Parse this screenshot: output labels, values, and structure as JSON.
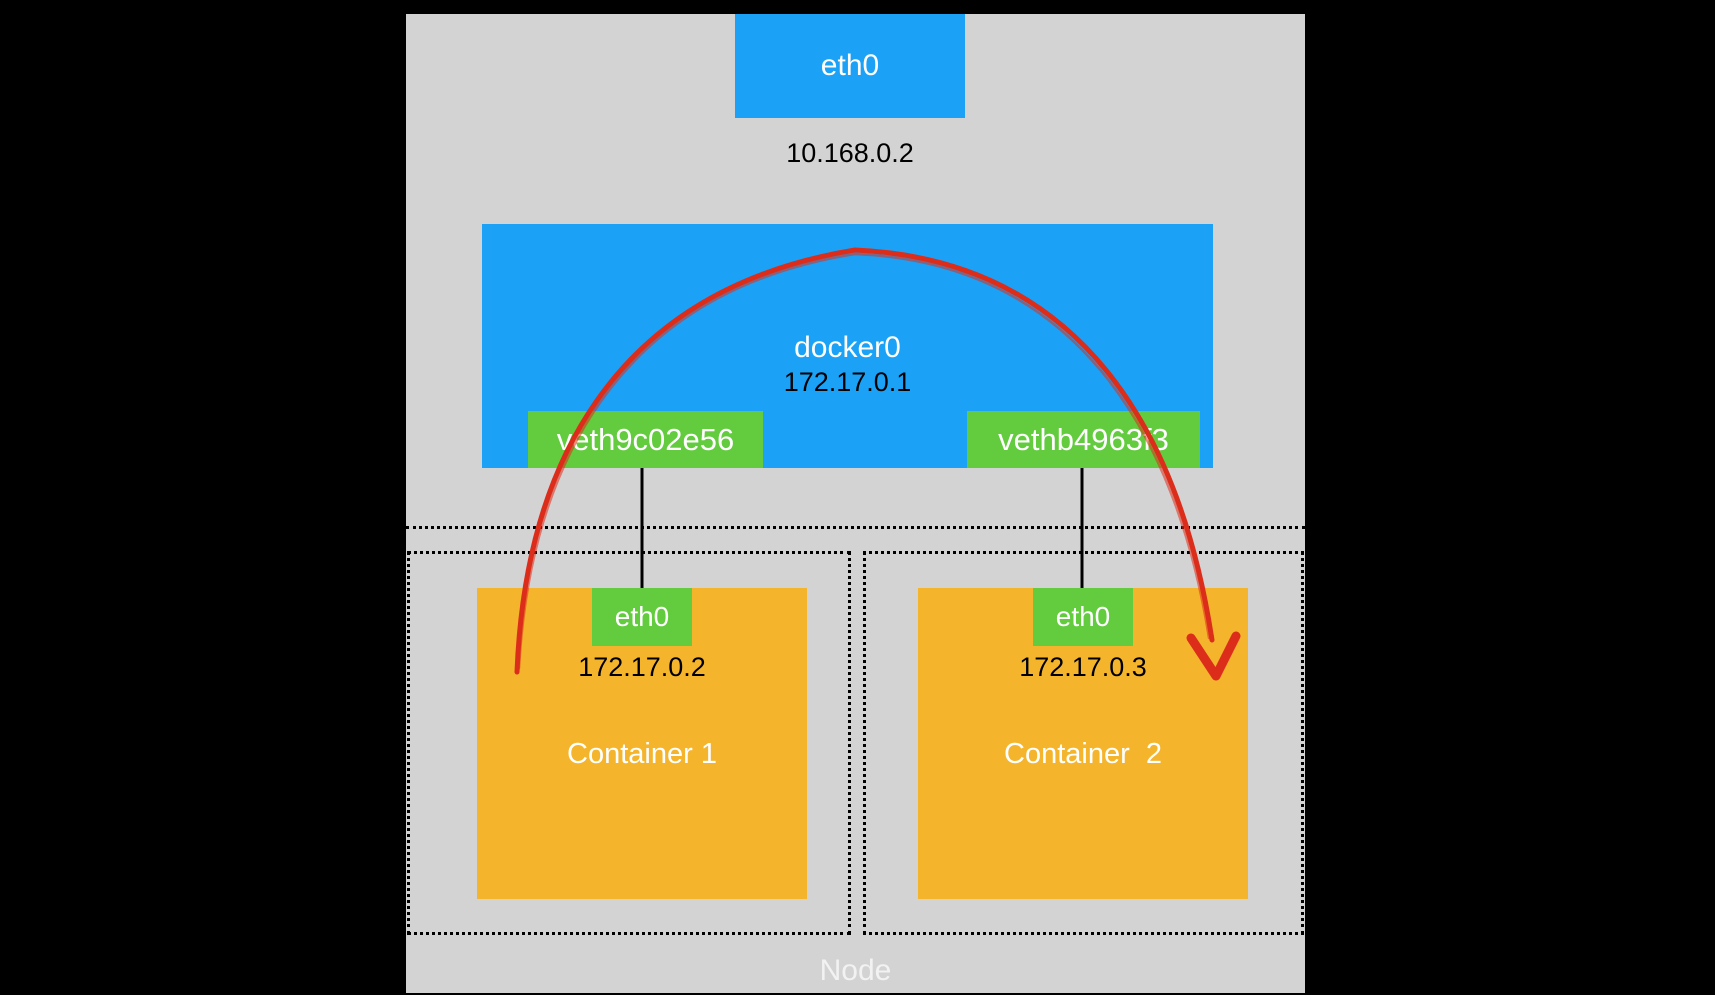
{
  "diagram_title": "docker bridge networking on a node",
  "colors": {
    "background": "#000000",
    "node_gray": "#D3D3D3",
    "interface_blue": "#1BA2F6",
    "veth_green": "#63CC3E",
    "container_orange": "#F4B52D",
    "arrow_red": "#DC2D1B",
    "text_dark": "#000000",
    "text_light": "#FFFFFF"
  },
  "node": {
    "label": "Node"
  },
  "host_interface": {
    "label": "eth0",
    "ip": "10.168.0.2"
  },
  "bridge": {
    "label": "docker0",
    "ip": "172.17.0.1"
  },
  "veths": {
    "left": "veth9c02e56",
    "right": "vethb4963f3"
  },
  "containers": [
    {
      "name": "Container 1",
      "interface": "eth0",
      "ip": "172.17.0.2"
    },
    {
      "name": "Container  2",
      "interface": "eth0",
      "ip": "172.17.0.3"
    }
  ]
}
